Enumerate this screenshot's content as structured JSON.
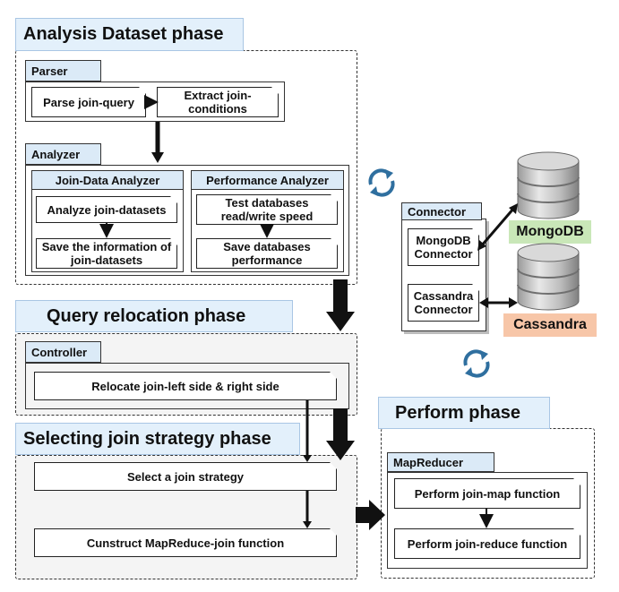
{
  "phases": {
    "analysis": "Analysis Dataset phase",
    "query_relocation": "Query relocation phase",
    "selecting": "Selecting join strategy phase",
    "perform": "Perform phase"
  },
  "parser": {
    "title": "Parser",
    "nodes": [
      "Parse join-query",
      "Extract join-conditions"
    ]
  },
  "analyzer": {
    "title": "Analyzer",
    "join_data": {
      "title": "Join-Data Analyzer",
      "nodes": [
        "Analyze join-datasets",
        "Save the information of join-datasets"
      ]
    },
    "performance": {
      "title": "Performance Analyzer",
      "nodes": [
        "Test databases read/write speed",
        "Save databases performance"
      ]
    }
  },
  "connector": {
    "title": "Connector",
    "items": [
      "MongoDB Connector",
      "Cassandra Connector"
    ]
  },
  "databases": {
    "mongodb": {
      "label": "MongoDB",
      "color": "#c9e7b8"
    },
    "cassandra": {
      "label": "Cassandra",
      "color": "#f7c6a8"
    }
  },
  "controller": {
    "title": "Controller",
    "node": "Relocate join-left side & right side"
  },
  "selecting": {
    "nodes": [
      "Select a join strategy",
      "Cunstruct MapReduce-join function"
    ]
  },
  "mapreducer": {
    "title": "MapReducer",
    "nodes": [
      "Perform join-map function",
      "Perform join-reduce function"
    ]
  }
}
